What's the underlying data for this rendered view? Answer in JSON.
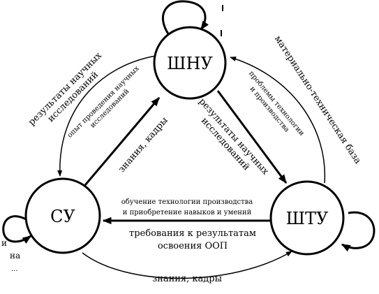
{
  "nodes": {
    "top": "ШНУ",
    "left": "СУ",
    "right": "ШТУ"
  },
  "edges": {
    "outer_top_left_1": "результаты научных",
    "outer_top_left_2": "исследований",
    "inner_top_left_1": "опыт проведения научных",
    "inner_top_left_2": "исследований",
    "left_top": "знания, кадры",
    "top_right_1": "результаты научных",
    "top_right_2": "исследований",
    "inner_right_top_1": "проблемы технологии",
    "inner_right_top_2": "и производства",
    "outer_right_top": "материально-техническая база",
    "right_left_upper_1": "обучение технологии производства",
    "right_left_upper_2": "и приобретение навыков и умений",
    "left_right_lower_1": "требования к результатам",
    "left_right_lower_2": "освоения ООП",
    "bottom": "знания, кадры"
  },
  "fragments": {
    "left_a": "и",
    "left_b": "на",
    "left_c": "..."
  }
}
